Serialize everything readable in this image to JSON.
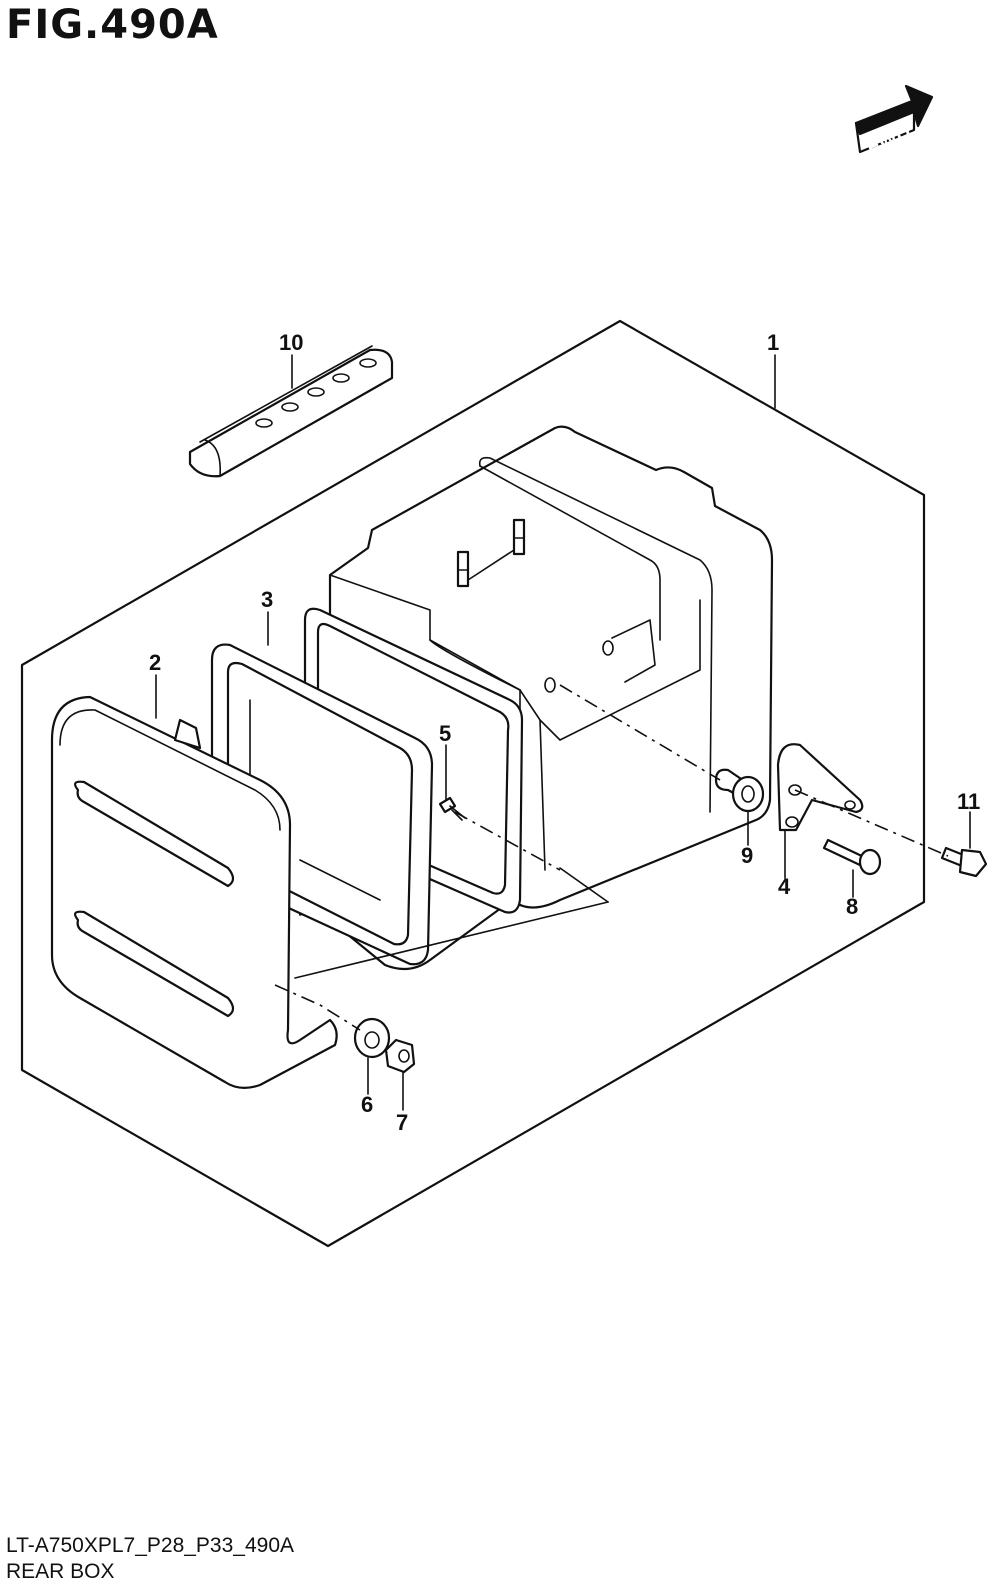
{
  "figure": {
    "title": "FIG.490A",
    "code": "LT-A750XPL7_P28_P33_490A",
    "name": "REAR BOX"
  },
  "fwd_label": "FWD",
  "callouts": [
    {
      "id": "c1",
      "label": "1"
    },
    {
      "id": "c2",
      "label": "2"
    },
    {
      "id": "c3",
      "label": "3"
    },
    {
      "id": "c4",
      "label": "4"
    },
    {
      "id": "c5",
      "label": "5"
    },
    {
      "id": "c6",
      "label": "6"
    },
    {
      "id": "c7",
      "label": "7"
    },
    {
      "id": "c8",
      "label": "8"
    },
    {
      "id": "c9",
      "label": "9"
    },
    {
      "id": "c10",
      "label": "10"
    },
    {
      "id": "c11",
      "label": "11"
    }
  ]
}
